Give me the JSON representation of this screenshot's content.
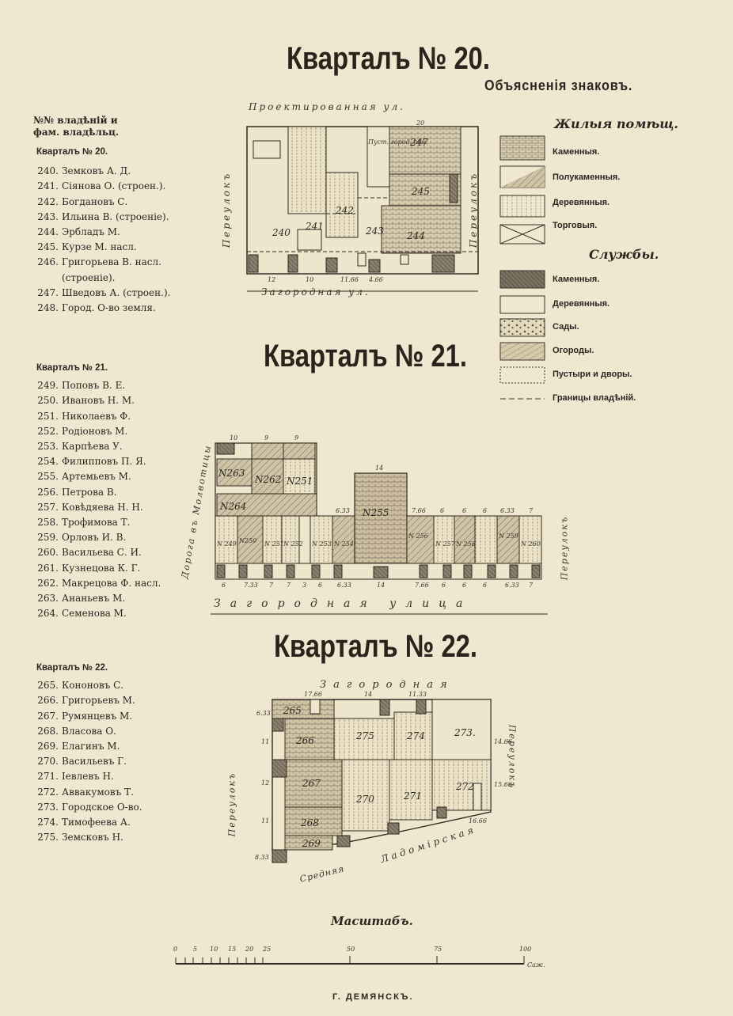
{
  "titles": {
    "q20": "Кварталъ № 20.",
    "q21": "Кварталъ № 21.",
    "q22": "Кварталъ № 22."
  },
  "legend": {
    "heading": "Объясненія знаковъ.",
    "residential_title": "Жилыя помѣщ.",
    "residential_items": [
      "Каменныя.",
      "Полукаменныя.",
      "Деревянныя.",
      "Торговыя."
    ],
    "services_title": "Службы.",
    "services_items": [
      "Каменныя.",
      "Деревянныя.",
      "Сады.",
      "Огороды.",
      "Пустыри и дворы.",
      "Границы владѣній."
    ]
  },
  "owners": {
    "header_line1": "№№ владѣній и",
    "header_line2": "фам. владѣльц.",
    "q20_header": "Кварталъ № 20.",
    "q20": [
      {
        "n": "240.",
        "name": "Земковъ А. Д."
      },
      {
        "n": "241.",
        "name": "Сіянова О. (строен.)."
      },
      {
        "n": "242.",
        "name": "Богдановъ С."
      },
      {
        "n": "243.",
        "name": "Ильина В. (строеніе)."
      },
      {
        "n": "244.",
        "name": "Эрбладъ М."
      },
      {
        "n": "245.",
        "name": "Курзе М. насл."
      },
      {
        "n": "246.",
        "name": "Григорьева В. насл."
      },
      {
        "n": "",
        "name": "(строеніе)."
      },
      {
        "n": "247.",
        "name": "Шведовъ А. (строен.)."
      },
      {
        "n": "248.",
        "name": "Город. О-во земля."
      }
    ],
    "q21_header": "Кварталъ № 21.",
    "q21": [
      {
        "n": "249.",
        "name": "Поповъ В. Е."
      },
      {
        "n": "250.",
        "name": "Ивановъ Н. М."
      },
      {
        "n": "251.",
        "name": "Николаевъ Ф."
      },
      {
        "n": "252.",
        "name": "Родіоновъ М."
      },
      {
        "n": "253.",
        "name": "Карпѣева У."
      },
      {
        "n": "254.",
        "name": "Филипповъ П. Я."
      },
      {
        "n": "255.",
        "name": "Артемьевъ М."
      },
      {
        "n": "256.",
        "name": "Петрова В."
      },
      {
        "n": "257.",
        "name": "Ковѣдяева Н. Н."
      },
      {
        "n": "258.",
        "name": "Трофимова Т."
      },
      {
        "n": "259.",
        "name": "Орловъ И. В."
      },
      {
        "n": "260.",
        "name": "Васильева С. И."
      },
      {
        "n": "261.",
        "name": "Кузнецова К. Г."
      },
      {
        "n": "262.",
        "name": "Макрецова Ф. насл."
      },
      {
        "n": "263.",
        "name": "Ананьевъ М."
      },
      {
        "n": "264.",
        "name": "Семенова М."
      }
    ],
    "q22_header": "Кварталъ № 22.",
    "q22": [
      {
        "n": "265.",
        "name": "Кононовъ С."
      },
      {
        "n": "266.",
        "name": "Григорьевъ М."
      },
      {
        "n": "267.",
        "name": "Румянцевъ М."
      },
      {
        "n": "268.",
        "name": "Власова О."
      },
      {
        "n": "269.",
        "name": "Елагинъ М."
      },
      {
        "n": "270.",
        "name": "Васильевъ Г."
      },
      {
        "n": "271.",
        "name": "Іевлевъ Н."
      },
      {
        "n": "272.",
        "name": "Аввакумовъ Т."
      },
      {
        "n": "273.",
        "name": "Городское О-во."
      },
      {
        "n": "274.",
        "name": "Тимофеева А."
      },
      {
        "n": "275.",
        "name": "Земсковъ Н."
      }
    ]
  },
  "streets": {
    "q20_top": "Проектированная ул.",
    "q20_bottom": "Загородная ул.",
    "q20_left": "Переулокъ",
    "q20_right": "Переулокъ",
    "q21_left": "Дорога въ Молвотицы",
    "q21_bottom": "Загородная улица",
    "q21_right": "Переулокъ",
    "q22_top": "Загородная",
    "q22_left": "Переулокъ",
    "q22_right": "Переулокъ",
    "q22_bottom_a": "Средняя",
    "q22_bottom_b": "Ладомірская"
  },
  "q20_lots": [
    "240",
    "241",
    "242",
    "243",
    "244",
    "245",
    "247",
    "Пуст. город. обв."
  ],
  "q20_top_num": "20",
  "q20_dims": [
    "12",
    "10",
    "11.66",
    "4.66"
  ],
  "q21_lots": [
    "N263",
    "N262",
    "N251",
    "N264",
    "N255",
    "N 249",
    "N250",
    "N 251",
    "N 252",
    "N 253",
    "N 254",
    "N 256",
    "N 257",
    "N 258",
    "N 259",
    "N 260"
  ],
  "q21_dims_top": [
    "10",
    "9",
    "9",
    "14",
    "6.33",
    "7.66",
    "6",
    "6",
    "6",
    "6.33",
    "7"
  ],
  "q21_dims_bottom": [
    "6",
    "7.33",
    "7",
    "7",
    "3",
    "6",
    "6.33",
    "14",
    "7.66",
    "6",
    "6",
    "6",
    "6.33",
    "7"
  ],
  "q22_lots": [
    "265",
    "266",
    "275",
    "274",
    "273.",
    "267",
    "270",
    "271",
    "272",
    "268",
    "269"
  ],
  "q22_dims": [
    "17.66",
    "14",
    "11.33",
    "6.33",
    "11",
    "12",
    "11",
    "8.33",
    "14.66",
    "15.66",
    "16.66"
  ],
  "scale": {
    "title": "Масштабъ.",
    "ticks": [
      "0",
      "5",
      "10",
      "15",
      "20",
      "25",
      "50",
      "75",
      "100"
    ],
    "unit": "Саж."
  },
  "footer": "Г. ДЕМЯНСКЪ."
}
